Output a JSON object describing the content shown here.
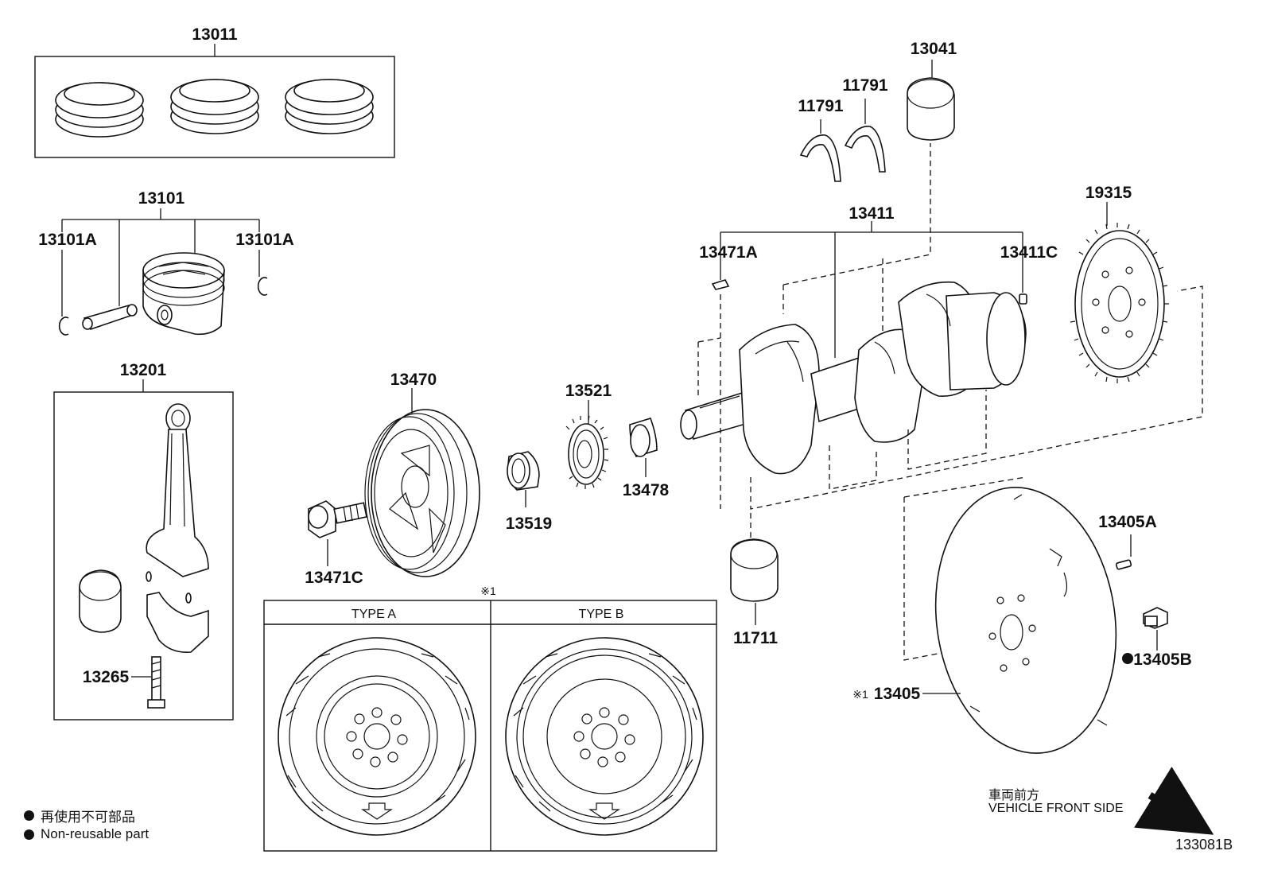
{
  "parts": {
    "p13011": "13011",
    "p13101": "13101",
    "p13101A_left": "13101A",
    "p13101A_right": "13101A",
    "p13201": "13201",
    "p13265": "13265",
    "p13470": "13470",
    "p13471C": "13471C",
    "p13519": "13519",
    "p13521": "13521",
    "p13478": "13478",
    "p11791_a": "11791",
    "p11791_b": "11791",
    "p13041": "13041",
    "p13411": "13411",
    "p13471A": "13471A",
    "p13411C": "13411C",
    "p19315": "19315",
    "p11711": "11711",
    "p13405A": "13405A",
    "p13405B": "13405B",
    "p13405": "13405"
  },
  "note_mark": "※1",
  "note_mark_13405": "※1",
  "type_table": {
    "type_a": "TYPE A",
    "type_b": "TYPE B"
  },
  "legend": {
    "jp": "再使用不可部品",
    "en": "Non-reusable part"
  },
  "vehicle_front": {
    "jp": "車両前方",
    "en": "VEHICLE FRONT SIDE"
  },
  "diagram_id": "133081B",
  "non_reusable_marker_color": "#111111"
}
